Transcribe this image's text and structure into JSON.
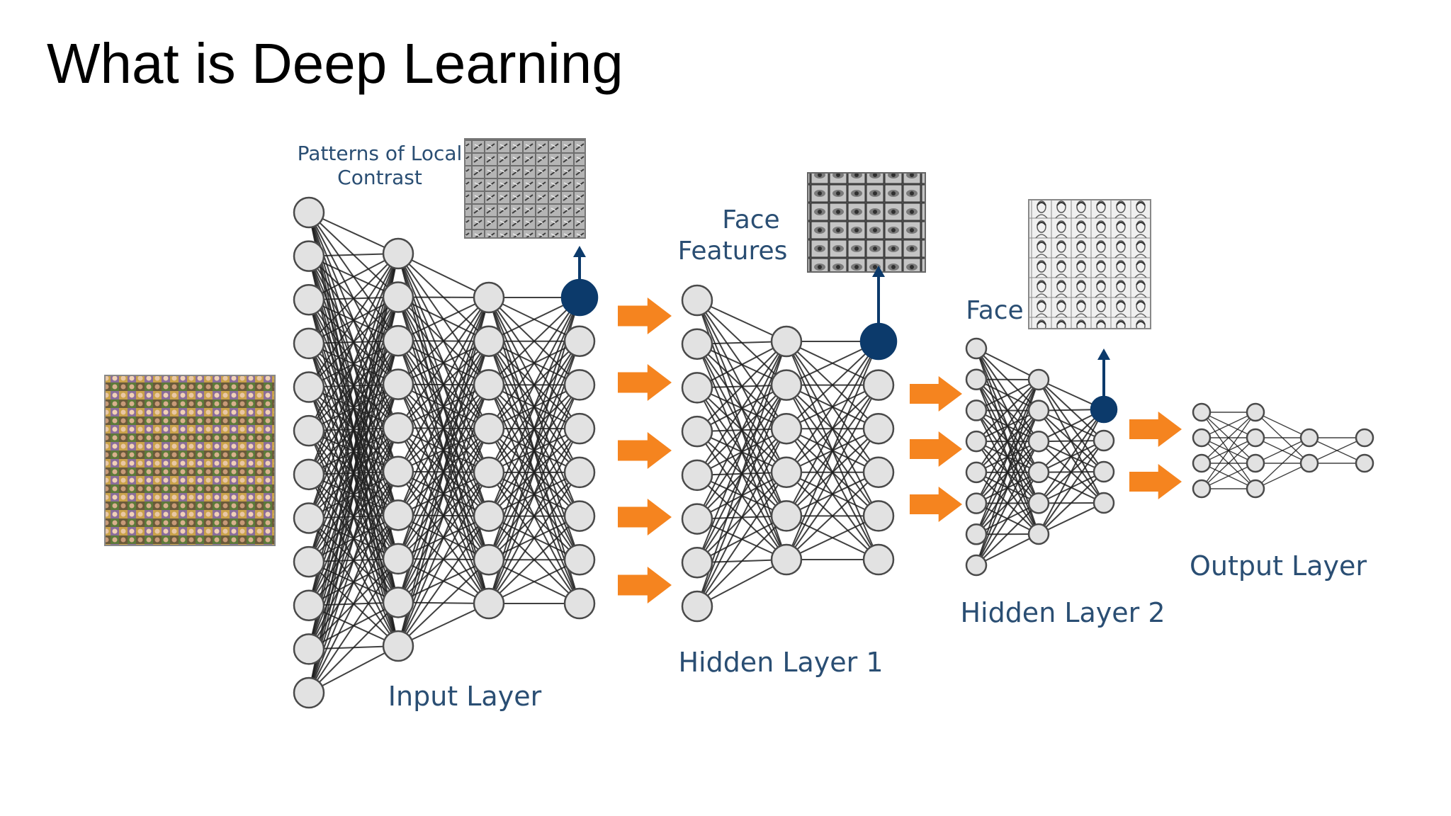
{
  "slide": {
    "title": "What is Deep Learning"
  },
  "diagram": {
    "labels": {
      "patterns_line1": "Patterns of Local",
      "patterns_line2": "Contrast",
      "face_features_line1": "Face",
      "face_features_line2": "Features",
      "face": "Face",
      "input_layer": "Input Layer",
      "hidden_layer_1": "Hidden Layer 1",
      "hidden_layer_2": "Hidden Layer 2",
      "output_layer": "Output Layer"
    },
    "colors": {
      "node_fill": "#e2e2e2",
      "node_stroke": "#4a4a4a",
      "edge": "#1e1e1e",
      "active_node": "#0c3a6b",
      "arrow": "#f5841f",
      "label": "#2a4e73"
    },
    "icons": {
      "input_image": "face-grid-photo",
      "patterns_image": "edge-filter-grid",
      "face_features_image": "face-parts-grid",
      "faces_image": "face-sketch-grid"
    }
  }
}
